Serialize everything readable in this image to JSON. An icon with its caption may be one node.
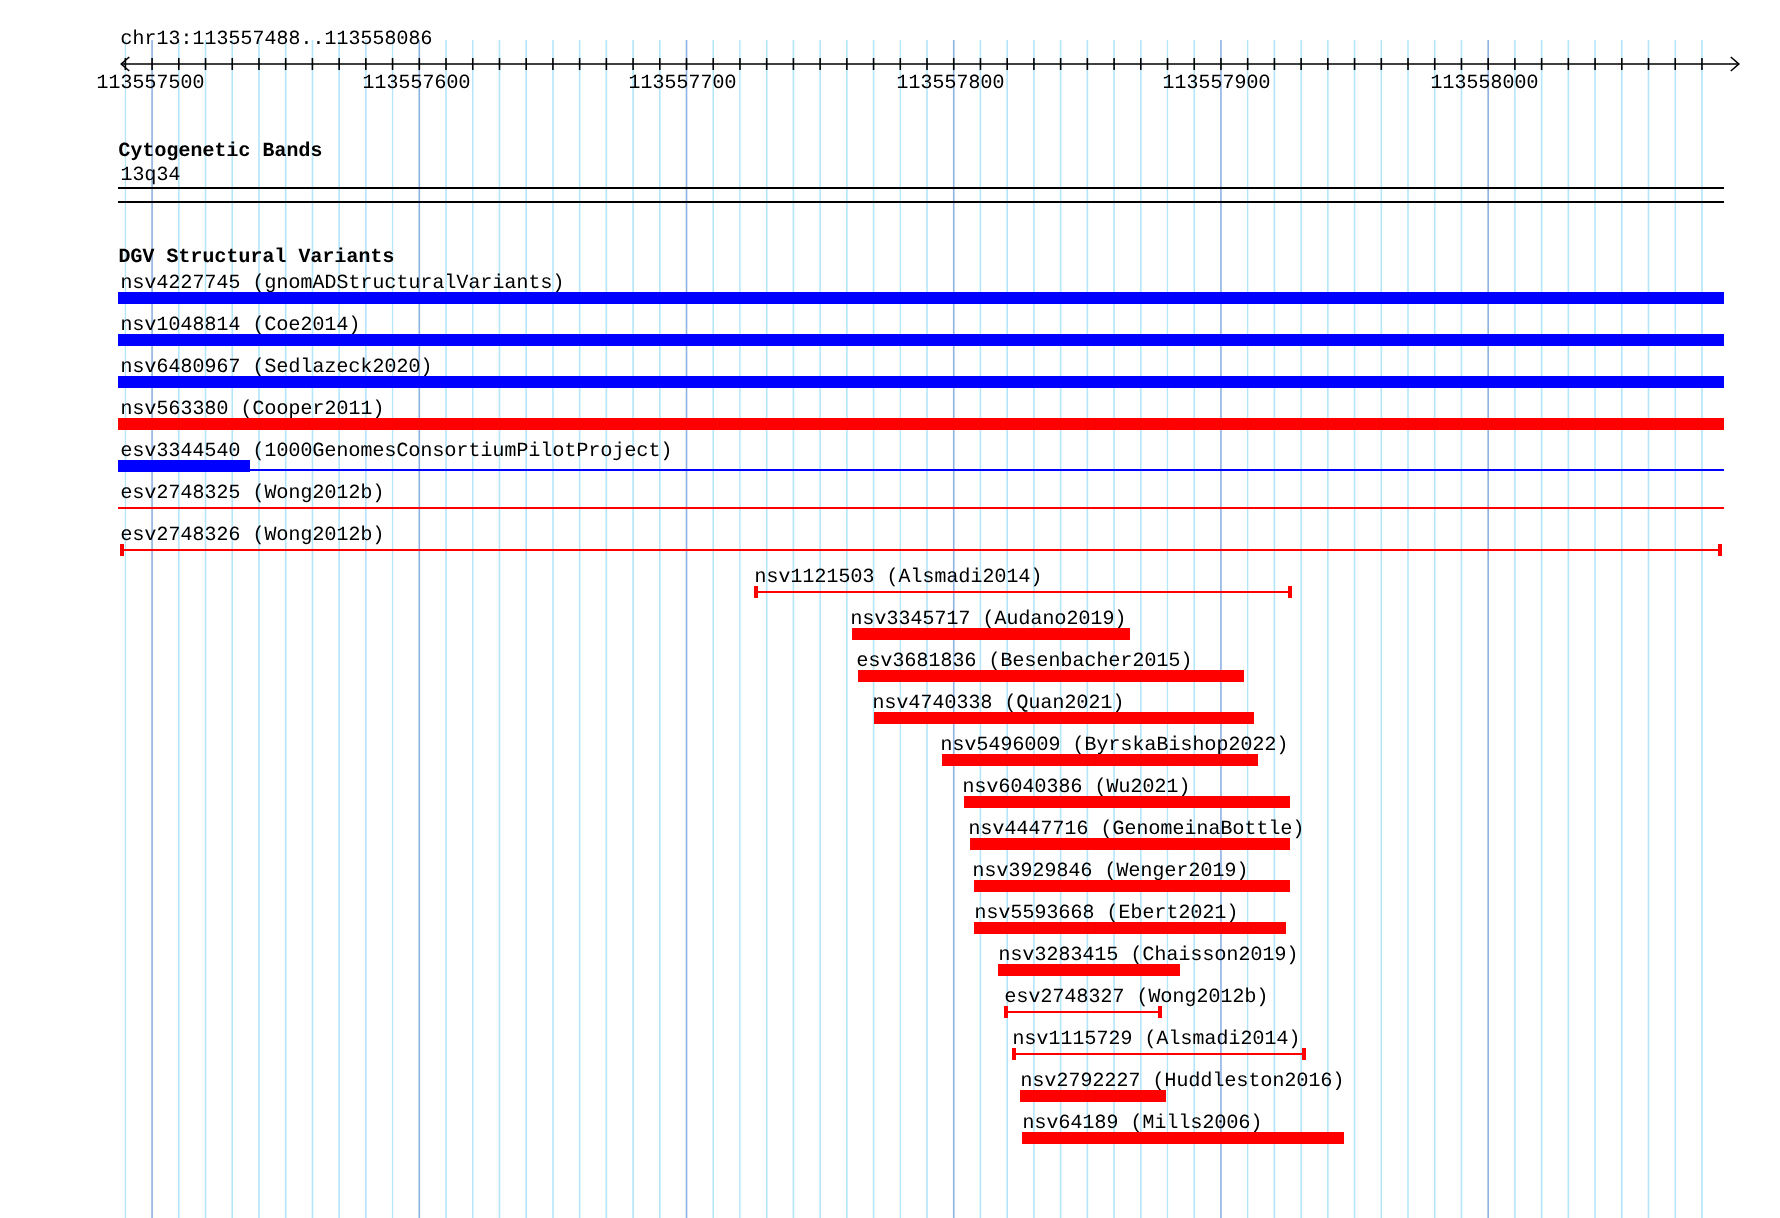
{
  "diagram": {
    "nodes": [
      {
        "text": [
          "nsv4227745 (gnomADStructuralVariants)"
        ]
      },
      {
        "text": [
          "nsv1048814 (Coe2014)"
        ]
      },
      {
        "text": [
          "nsv6480967 (Sedlazeck2020)"
        ]
      },
      {
        "text": [
          "nsv563380 (Cooper2011)"
        ]
      },
      {
        "text": [
          "esv3344540 (1000GenomesConsortiumPilotProject)"
        ]
      },
      {
        "text": [
          "esv2748325 (Wong2012b)"
        ]
      },
      {
        "text": [
          "esv2748326 (Wong2012b)"
        ]
      },
      {
        "text": [
          "nsv1121503 (Alsmadi2014)"
        ]
      },
      {
        "text": [
          "nsv3345717 (Audano2019)"
        ]
      },
      {
        "text": [
          "esv3681836 (Besenbacher2015)"
        ]
      },
      {
        "text": [
          "nsv4740338 (Quan2021)"
        ]
      },
      {
        "text": [
          "nsv5496009 (ByrskaBishop2022)"
        ]
      },
      {
        "text": [
          "nsv6040386 (Wu2021)"
        ]
      },
      {
        "text": [
          "nsv4447716 (GenomeinaBottle)"
        ]
      },
      {
        "text": [
          "nsv3929846 (Wenger2019)"
        ]
      },
      {
        "text": [
          "nsv5593668 (Ebert2021)"
        ]
      },
      {
        "text": [
          "nsv3283415 (Chaisson2019)"
        ]
      },
      {
        "text": [
          "esv2748327 (Wong2012b)"
        ]
      },
      {
        "text": [
          "nsv1115729 (Alsmadi2014)"
        ]
      },
      {
        "text": [
          "nsv2792227 (Huddleston2016)"
        ]
      },
      {
        "text": [
          "nsv64189 (Mills2006)"
        ]
      }
    ],
    "labels": [
      "chr13:113557488..113558086",
      "113557500",
      "113557600",
      "113557700",
      "113557800",
      "113557900",
      "113558000",
      "Cytogenetic Bands",
      "13q34",
      "DGV Structural Variants"
    ]
  }
}
